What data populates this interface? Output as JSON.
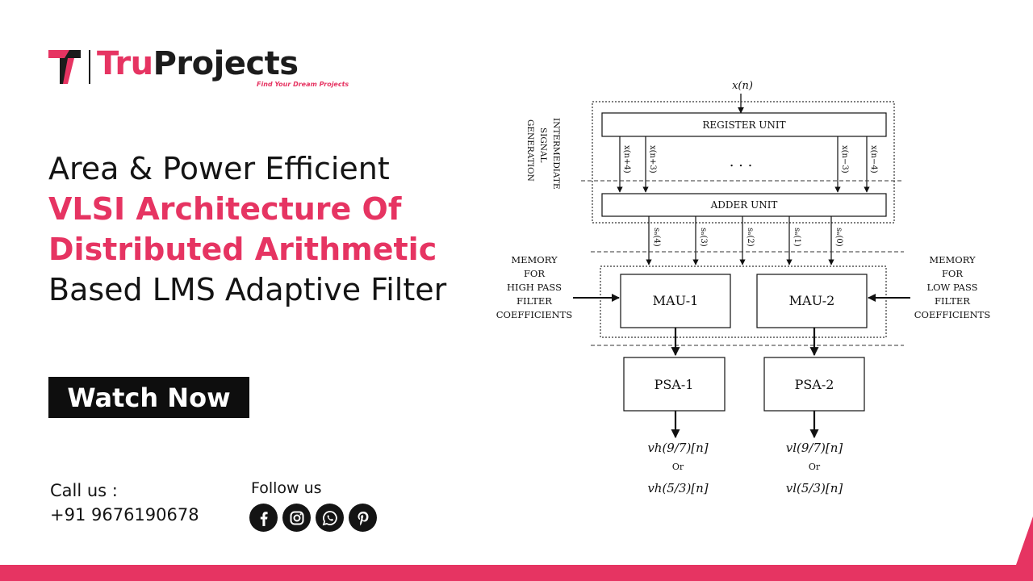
{
  "brand": {
    "tru": "Tru",
    "projects": "Projects",
    "tagline": "Find Your Dream Projects",
    "accent_color": "#e63462",
    "dark_color": "#141414"
  },
  "headline": {
    "line1": "Area & Power Efficient",
    "line2": "VLSI Architecture Of",
    "line3": "Distributed Arithmetic",
    "line4": "Based LMS Adaptive Filter"
  },
  "cta": {
    "watch_label": "Watch Now"
  },
  "contact": {
    "call_label": "Call us :",
    "phone": "+91 9676190678",
    "follow_label": "Follow us",
    "socials": [
      "facebook-icon",
      "instagram-icon",
      "whatsapp-icon",
      "pinterest-icon"
    ]
  },
  "diagram": {
    "input": "x(n)",
    "side_label_1": "INTERMEDIATE",
    "side_label_2": "SIGNAL",
    "side_label_3": "GENERATION",
    "register_unit": "REGISTER  UNIT",
    "adder_unit": "ADDER  UNIT",
    "ellipsis": ". . .",
    "taps": [
      "x(n+4)",
      "x(n+3)",
      "x(n−3)",
      "x(n−4)"
    ],
    "sums": [
      "sₙ(4)",
      "sₙ(3)",
      "sₙ(2)",
      "sₙ(1)",
      "sₙ(0)"
    ],
    "mem_left": [
      "MEMORY",
      "FOR",
      "HIGH PASS",
      "FILTER",
      "COEFFICIENTS"
    ],
    "mem_right": [
      "MEMORY",
      "FOR",
      "LOW PASS",
      "FILTER",
      "COEFFICIENTS"
    ],
    "mau1": "MAU-1",
    "mau2": "MAU-2",
    "psa1": "PSA-1",
    "psa2": "PSA-2",
    "out_h1": "vh(9/7)[n]",
    "out_h2": "vh(5/3)[n]",
    "out_l1": "vl(9/7)[n]",
    "out_l2": "vl(5/3)[n]",
    "or_label": "Or"
  }
}
